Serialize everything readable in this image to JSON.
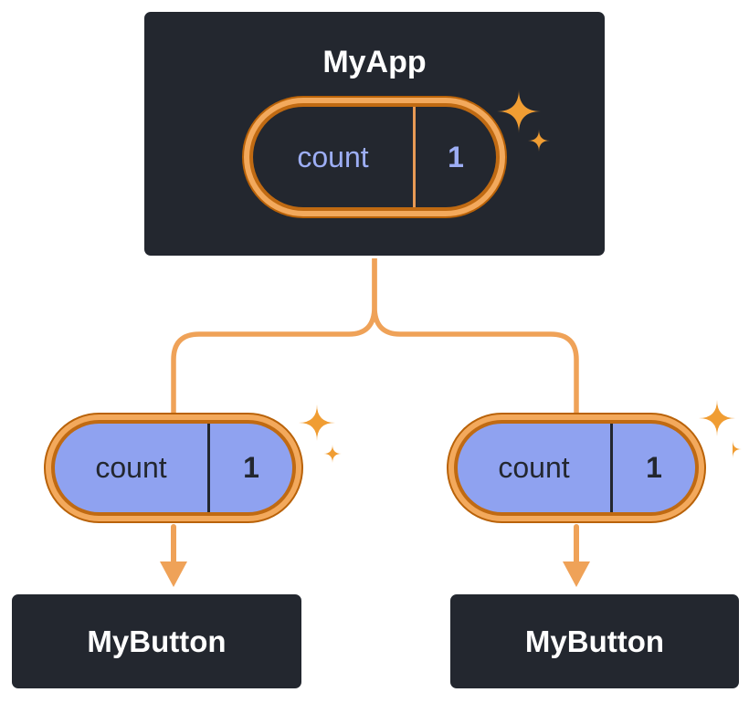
{
  "diagram": {
    "description": "component-tree-state-sharing",
    "root": {
      "title": "MyApp",
      "state": {
        "key": "count",
        "value": "1"
      }
    },
    "children": [
      {
        "title": "MyButton",
        "prop": {
          "key": "count",
          "value": "1"
        }
      },
      {
        "title": "MyButton",
        "prop": {
          "key": "count",
          "value": "1"
        }
      }
    ],
    "icons": {
      "sparkle": "sparkle-icon"
    },
    "colors": {
      "background": "#ffffff",
      "node_fill": "#23272f",
      "node_border": "#ffffff",
      "node_text": "#ffffff",
      "connector": "#efa258",
      "pill_ring_light": "#f3a95c",
      "pill_ring_dark": "#c06a12",
      "pill_ring_edge": "#b96208",
      "pill_fill_dark": "#23272f",
      "pill_fill_light": "#8fa2f0",
      "pill_text_lavender": "#9daef5",
      "pill_text_dark": "#23272f",
      "sparkle": "#f09d33"
    }
  }
}
